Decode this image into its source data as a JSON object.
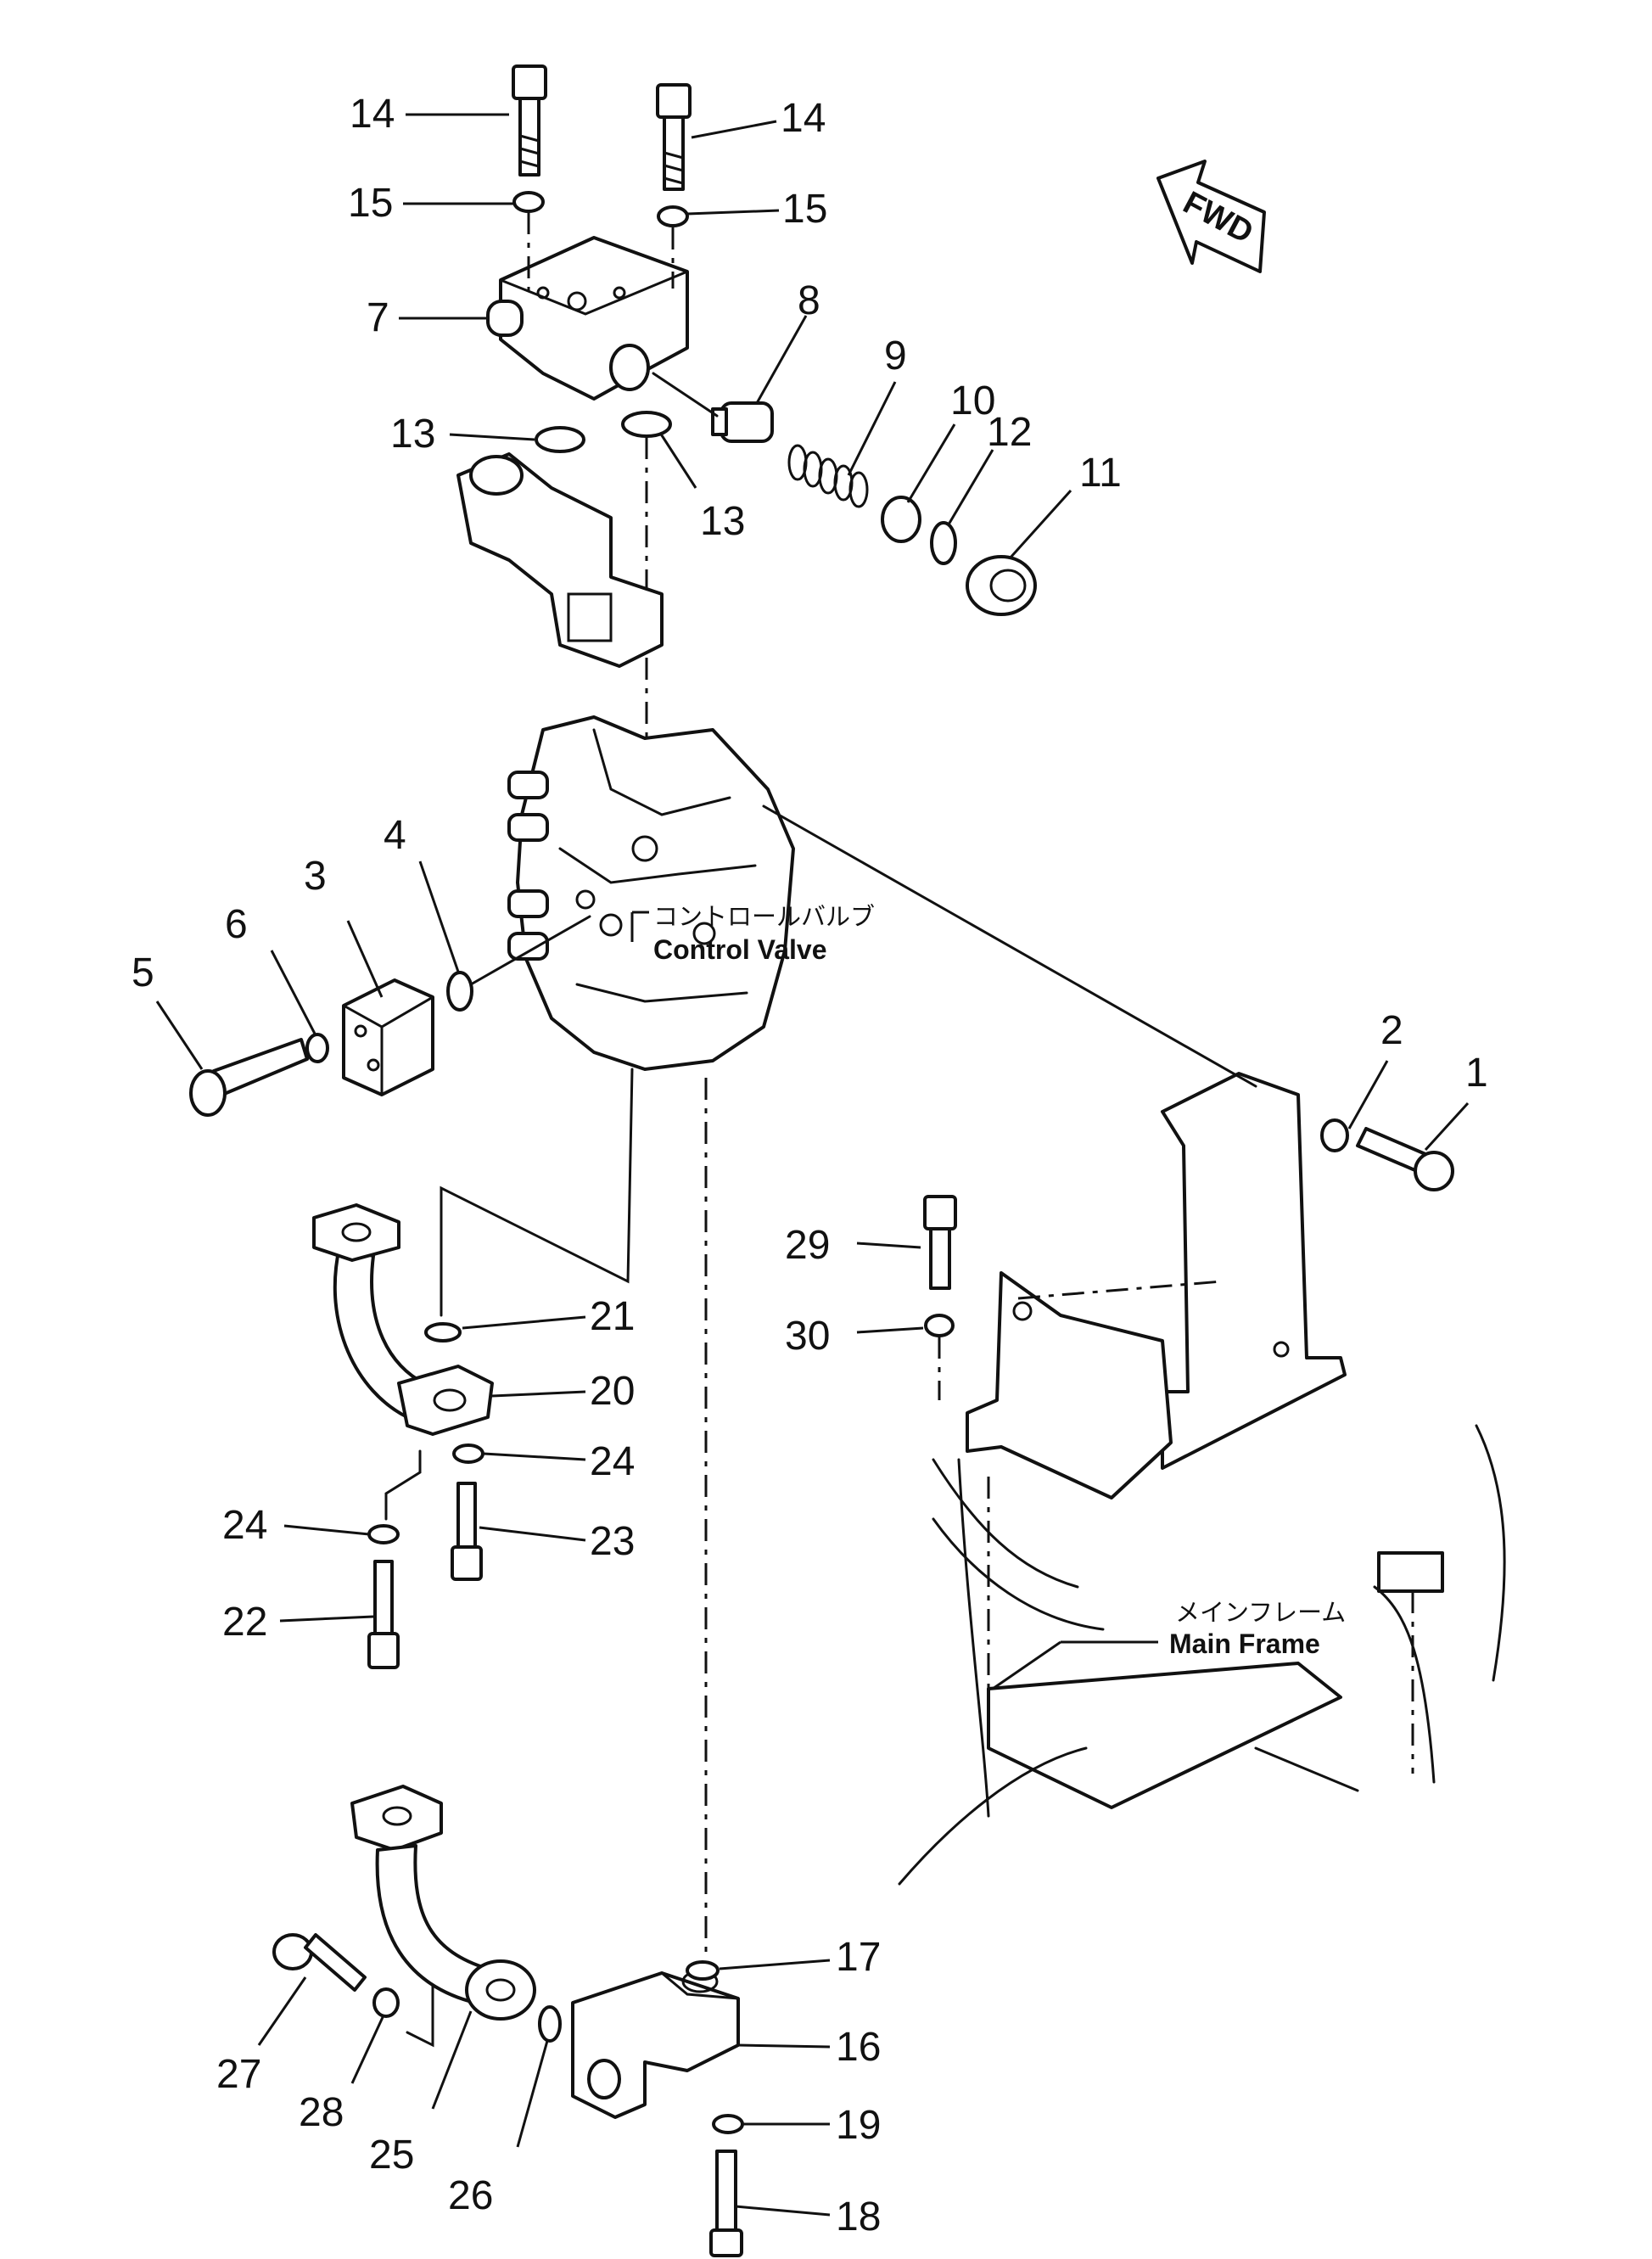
{
  "diagram": {
    "fwd_label": "FWD",
    "notes": {
      "control_valve_jp": "コントロールバルブ",
      "control_valve_en": "Control  Valve",
      "main_frame_jp": "メインフレーム",
      "main_frame_en": "Main  Frame"
    },
    "callouts": [
      "1",
      "2",
      "3",
      "4",
      "5",
      "6",
      "7",
      "8",
      "9",
      "10",
      "11",
      "12",
      "13",
      "13",
      "14",
      "14",
      "15",
      "15",
      "16",
      "17",
      "18",
      "19",
      "20",
      "21",
      "22",
      "23",
      "24",
      "24",
      "25",
      "26",
      "27",
      "28",
      "29",
      "30"
    ]
  }
}
